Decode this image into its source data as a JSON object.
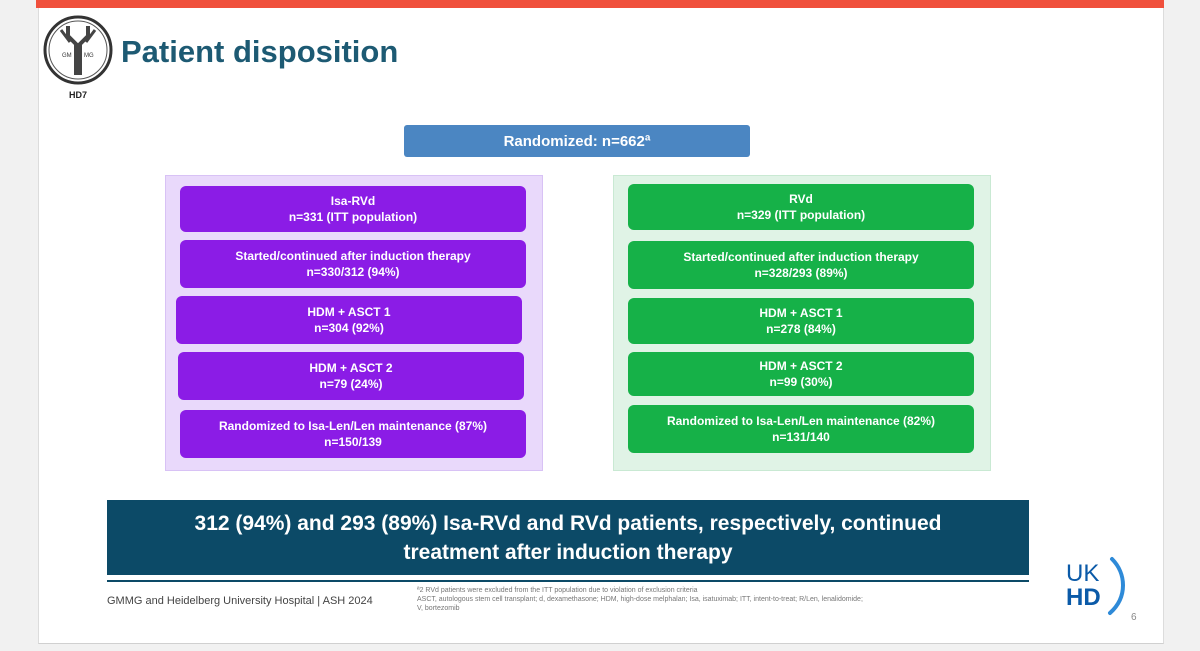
{
  "slide": {
    "title": "Patient disposition",
    "logo_text": "HD7",
    "logo_letters": [
      "GM",
      "MG"
    ],
    "randomized": "Randomized: n=662ª",
    "arms": [
      {
        "color": "#8b1ce6",
        "panel_color": "#e9d9fb",
        "boxes": [
          {
            "line1": "Isa-RVd",
            "line2": "n=331 (ITT population)"
          },
          {
            "line1": "Started/continued after induction therapy",
            "line2": "n=330/312 (94%)"
          },
          {
            "line1": "HDM + ASCT 1",
            "line2": "n=304 (92%)"
          },
          {
            "line1": "HDM + ASCT 2",
            "line2": "n=79 (24%)"
          },
          {
            "line1": "Randomized to Isa-Len/Len maintenance (87%)",
            "line2": "n=150/139"
          }
        ]
      },
      {
        "color": "#16b148",
        "panel_color": "#e0f3e6",
        "boxes": [
          {
            "line1": "RVd",
            "line2": "n=329 (ITT population)"
          },
          {
            "line1": "Started/continued after induction therapy",
            "line2": "n=328/293 (89%)"
          },
          {
            "line1": "HDM + ASCT 1",
            "line2": "n=278 (84%)"
          },
          {
            "line1": "HDM + ASCT 2",
            "line2": "n=99 (30%)"
          },
          {
            "line1": "Randomized to Isa-Len/Len maintenance (82%)",
            "line2": "n=131/140"
          }
        ]
      }
    ],
    "banner": {
      "line1": "312 (94%) and 293 (89%) Isa-RVd and RVd patients, respectively, continued",
      "line2": "treatment after induction therapy"
    },
    "footer": "GMMG and Heidelberg University Hospital | ASH 2024",
    "footnotes": [
      "ª2 RVd patients were excluded from the ITT population due to violation of exclusion criteria",
      "ASCT, autologous stem cell transplant; d, dexamethasone; HDM, high-dose melphalan; Isa, isatuximab; ITT, intent-to-treat; R/Len, lenalidomide;",
      "V, bortezomib"
    ],
    "ukhd": {
      "line1": "UK",
      "line2": "HD"
    },
    "page_number": "6",
    "colors": {
      "accent_bar": "#f0503c",
      "title": "#1d5a73",
      "banner": "#0c4a67",
      "randomized_box": "#4b86c2"
    }
  }
}
